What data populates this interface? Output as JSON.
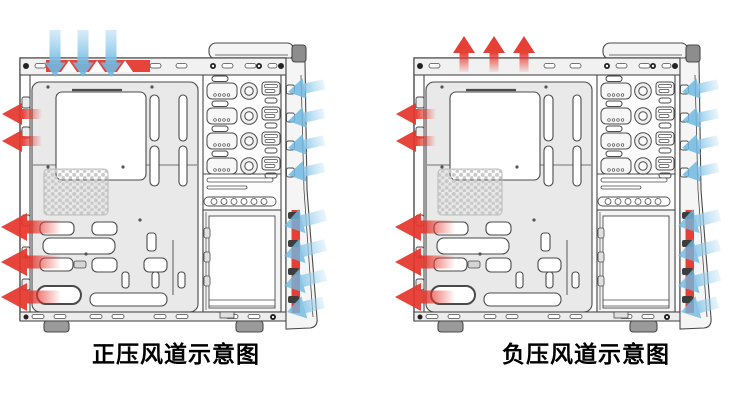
{
  "page": {
    "background": "#ffffff",
    "content_type": "pc-case-airflow-schematic",
    "language": "zh-CN"
  },
  "colors": {
    "hot_air_red": "#e5352b",
    "cool_air_blue": "#6fb9e2",
    "line_gray": "#4a4a4a",
    "chassis_metal": "#e9e9e9"
  },
  "diagrams": [
    {
      "caption": "正压风道示意图",
      "airflow": {
        "top_vent": {
          "arrow_color": "blue",
          "direction": "down",
          "count": 3,
          "note": "red vent band at top opening"
        },
        "rear_left_upper": {
          "arrow_color": "red",
          "direction": "out-left",
          "count": 2
        },
        "rear_left_lower": {
          "arrow_color": "red",
          "direction": "out-left",
          "count": 3
        },
        "front_right_upper": {
          "arrow_color": "blue",
          "direction": "in-left",
          "count": 4
        },
        "front_right_lower": {
          "arrow_color": "blue",
          "direction": "in-left",
          "count": 4,
          "note": "red strip on front vent"
        }
      }
    },
    {
      "caption": "负压风道示意图",
      "airflow": {
        "top_vent": {
          "arrow_color": "red",
          "direction": "up",
          "count": 3
        },
        "rear_left_upper": {
          "arrow_color": "red",
          "direction": "out-left",
          "count": 2
        },
        "rear_left_lower": {
          "arrow_color": "red",
          "direction": "out-left",
          "count": 3
        },
        "front_right_upper": {
          "arrow_color": "blue",
          "direction": "in-left",
          "count": 4
        },
        "front_right_lower": {
          "arrow_color": "blue",
          "direction": "in-left",
          "count": 4,
          "note": "red strip on front vent"
        }
      }
    }
  ]
}
